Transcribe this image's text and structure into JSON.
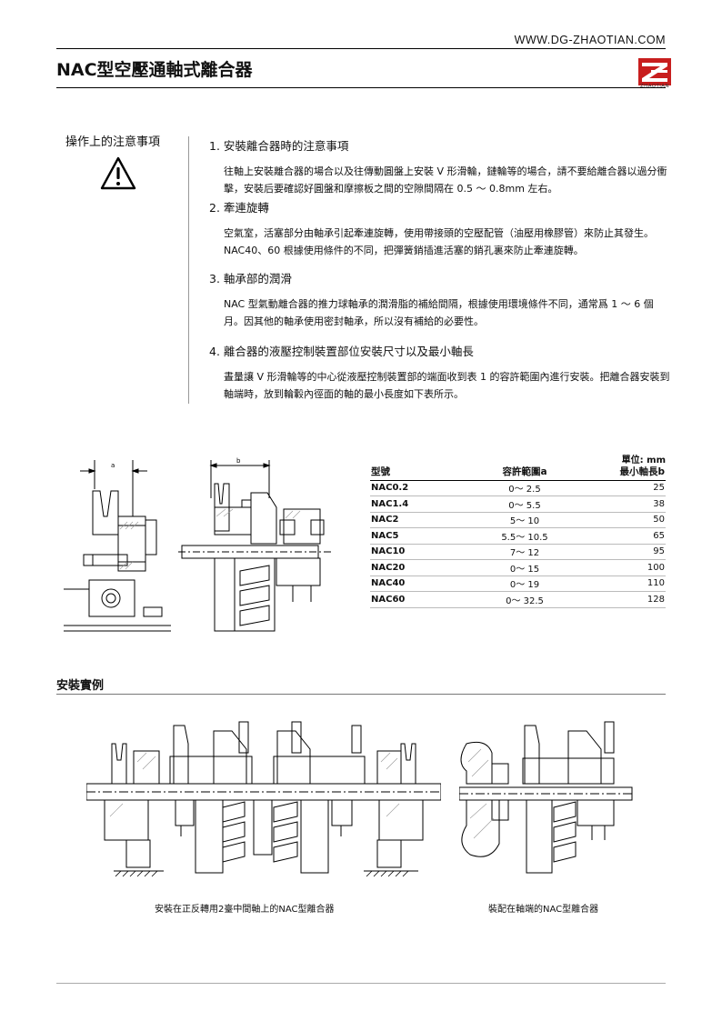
{
  "header": {
    "website": "WWW.DG-ZHAOTIAN.COM",
    "title": "NAC型空壓通軸式離合器",
    "logo_text": "ZHAOTIAN"
  },
  "cautions": {
    "heading": "操作上的注意事項",
    "icon": "warning-icon",
    "items": [
      {
        "title": "1. 安裝離合器時的注意事項",
        "body": "往軸上安裝離合器的場合以及往傳動圓盤上安裝 V 形滑輪，鏈輪等的場合，請不要給離合器以過分衝擊，安裝后要確認好圓盤和摩擦板之間的空隙間隔在 0.5 ～ 0.8mm 左右。"
      },
      {
        "title": "2. 牽連旋轉",
        "body": "空氣室，活塞部分由軸承引起牽連旋轉，使用帶接頭的空壓配管（油壓用橡膠管）來防止其發生。NAC40、60 根據使用條件的不同，把彈簧銷插進活塞的銷孔裏來防止牽連旋轉。"
      },
      {
        "title": "3. 軸承部的潤滑",
        "body": "NAC 型氣動離合器的推力球軸承的潤滑脂的補給間隔，根據使用環境條件不同，通常爲 1 ～ 6 個月。因其他的軸承使用密封軸承，所以沒有補給的必要性。"
      },
      {
        "title": "4. 離合器的液壓控制裝置部位安裝尺寸以及最小軸長",
        "body": "晝量讓 V 形滑輪等的中心從液壓控制裝置部的端面收到表 1 的容許範圍內進行安裝。把離合器安裝到軸端時，放到輪轂內徑面的軸的最小長度如下表所示。"
      }
    ]
  },
  "figures": {
    "dim_a": "a",
    "dim_b": "b"
  },
  "spec_table": {
    "unit": "單位: mm",
    "headers": [
      "型號",
      "容許範圍a",
      "最小軸長b"
    ],
    "rows": [
      [
        "NAC0.2",
        "0～ 2.5",
        "25"
      ],
      [
        "NAC1.4",
        "0～ 5.5",
        "38"
      ],
      [
        "NAC2",
        "5～ 10",
        "50"
      ],
      [
        "NAC5",
        "5.5～ 10.5",
        "65"
      ],
      [
        "NAC10",
        "7～ 12",
        "95"
      ],
      [
        "NAC20",
        "0～ 15",
        "100"
      ],
      [
        "NAC40",
        "0～ 19",
        "110"
      ],
      [
        "NAC60",
        "0～ 32.5",
        "128"
      ]
    ]
  },
  "examples": {
    "heading": "安裝實例",
    "caption_left": "安裝在正反轉用2臺中間軸上的NAC型離合器",
    "caption_right": "裝配在軸端的NAC型離合器"
  },
  "colors": {
    "accent": "#c81e1e",
    "line": "#000000",
    "hatch": "#999999"
  }
}
